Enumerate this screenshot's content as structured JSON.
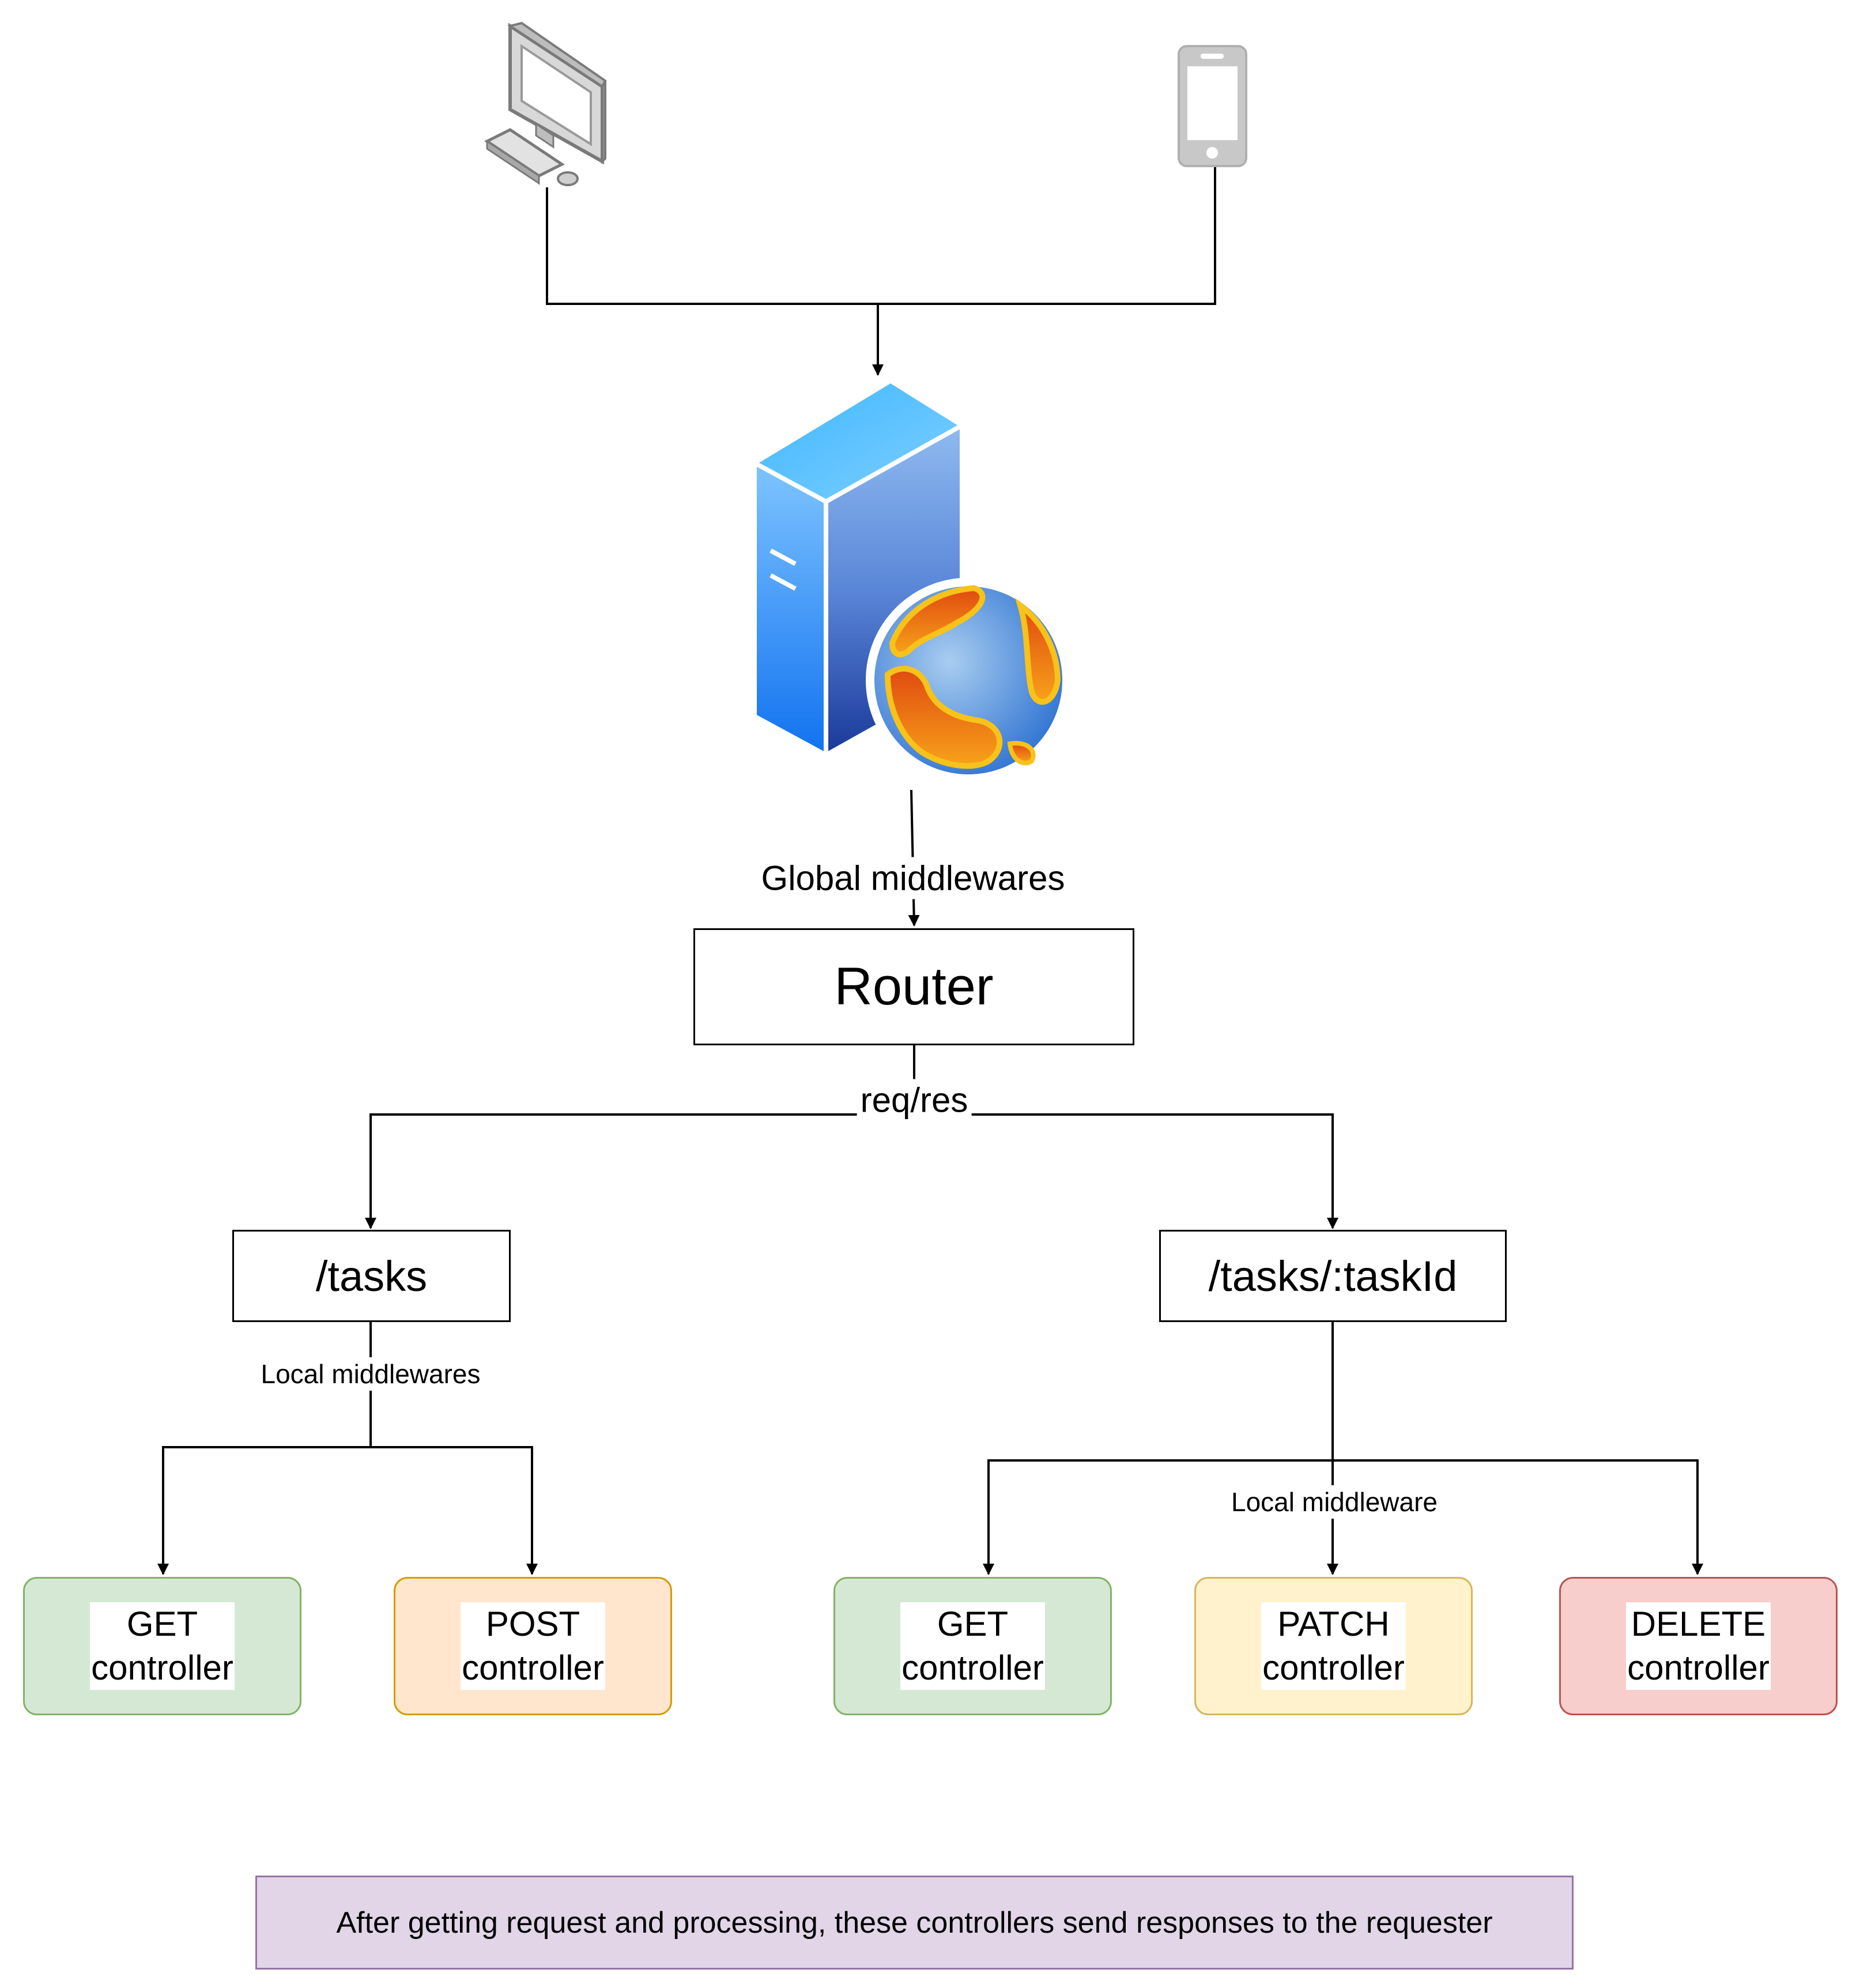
{
  "router": {
    "label": "Router"
  },
  "edges": {
    "global_label": "Global middlewares",
    "router_label": "req/res",
    "tasks_label": "Local middlewares",
    "taskid_label": "Local middleware"
  },
  "routes": {
    "tasks": "/tasks",
    "task_id": "/tasks/:taskId"
  },
  "controllers": [
    {
      "label": "GET controller",
      "color": "#d5e8d4"
    },
    {
      "label": "POST controller",
      "color": "#ffe6cc"
    },
    {
      "label": "GET controller",
      "color": "#d5e8d4"
    },
    {
      "label": "PATCH controller",
      "color": "#fff2cc"
    },
    {
      "label": "DELETE controller",
      "color": "#f8cecc"
    }
  ],
  "note": {
    "text": "After getting request and processing, these controllers send responses to the requester"
  },
  "icons": [
    "desktop-computer-icon",
    "mobile-phone-icon",
    "web-server-icon"
  ]
}
